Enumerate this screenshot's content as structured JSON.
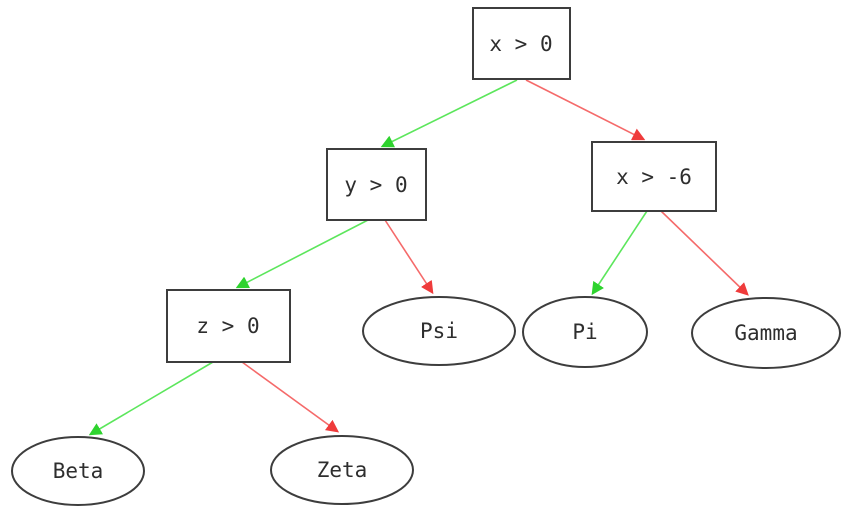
{
  "diagram": {
    "kind": "decision-tree",
    "colors": {
      "edge_true": "#5ce65c",
      "edge_true_arrow": "#2ed32e",
      "edge_false": "#f56a6a",
      "edge_false_arrow": "#ef3b3b",
      "node_border": "#3d3d3d",
      "node_text": "#2e2e2e",
      "background": "#ffffff"
    },
    "nodes": {
      "root": {
        "label": "x > 0",
        "shape": "box",
        "role": "decision"
      },
      "y0": {
        "label": "y > 0",
        "shape": "box",
        "role": "decision"
      },
      "x6": {
        "label": "x > -6",
        "shape": "box",
        "role": "decision"
      },
      "z0": {
        "label": "z > 0",
        "shape": "box",
        "role": "decision"
      },
      "psi": {
        "label": "Psi",
        "shape": "ellipse",
        "role": "leaf"
      },
      "pi": {
        "label": "Pi",
        "shape": "ellipse",
        "role": "leaf"
      },
      "gamma": {
        "label": "Gamma",
        "shape": "ellipse",
        "role": "leaf"
      },
      "beta": {
        "label": "Beta",
        "shape": "ellipse",
        "role": "leaf"
      },
      "zeta": {
        "label": "Zeta",
        "shape": "ellipse",
        "role": "leaf"
      }
    },
    "edges": [
      {
        "from": "x > 0",
        "to": "y > 0",
        "branch": "true",
        "color_name": "green"
      },
      {
        "from": "x > 0",
        "to": "x > -6",
        "branch": "false",
        "color_name": "red"
      },
      {
        "from": "y > 0",
        "to": "z > 0",
        "branch": "true",
        "color_name": "green"
      },
      {
        "from": "y > 0",
        "to": "Psi",
        "branch": "false",
        "color_name": "red"
      },
      {
        "from": "x > -6",
        "to": "Pi",
        "branch": "true",
        "color_name": "green"
      },
      {
        "from": "x > -6",
        "to": "Gamma",
        "branch": "false",
        "color_name": "red"
      },
      {
        "from": "z > 0",
        "to": "Beta",
        "branch": "true",
        "color_name": "green"
      },
      {
        "from": "z > 0",
        "to": "Zeta",
        "branch": "false",
        "color_name": "red"
      }
    ]
  }
}
